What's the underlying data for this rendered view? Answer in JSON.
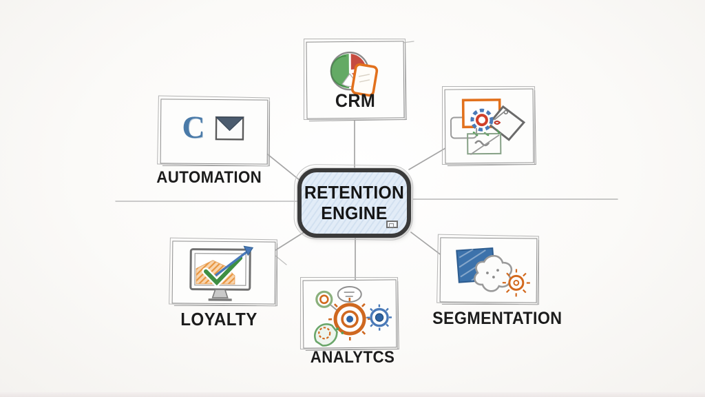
{
  "diagram": {
    "center": {
      "line1": "RETENTION",
      "line2": "ENGINE"
    },
    "nodes": {
      "crm": {
        "label": "CRM",
        "icon": "pie-chart-document-icon"
      },
      "automation": {
        "label": "AUTOMATION",
        "icon": "refresh-envelope-icon",
        "icon_glyph": "C"
      },
      "tools": {
        "label": "",
        "icon": "gear-frame-tag-icon"
      },
      "loyalty": {
        "label": "LOYALTY",
        "icon": "monitor-check-growth-icon"
      },
      "analytics": {
        "label": "ANALYTCS",
        "icon": "linked-gears-icon"
      },
      "segmentation": {
        "label": "SEGMENTATION",
        "icon": "segment-square-blob-sun-icon"
      }
    },
    "colors": {
      "accent_orange": "#e2711d",
      "accent_blue": "#4a7ab8",
      "accent_green": "#4f9e50",
      "accent_red": "#c0392b",
      "connector_gray": "#9b9b9b",
      "center_fill": "#e2ecf7",
      "center_border": "#3a3a3a",
      "label_text": "#1c1c1c"
    }
  }
}
